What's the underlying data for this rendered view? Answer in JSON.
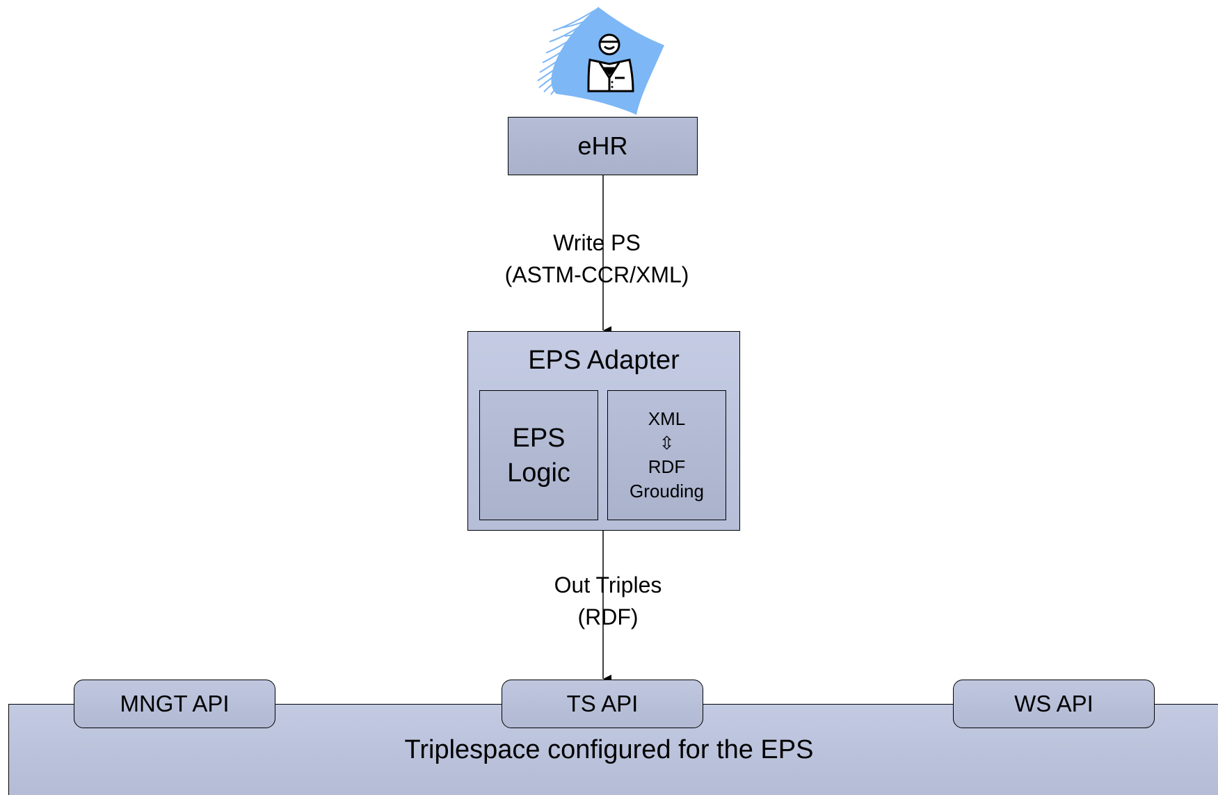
{
  "nodes": {
    "ehr": "eHR",
    "adapter": {
      "title": "EPS Adapter",
      "logic": [
        "EPS",
        "Logic"
      ],
      "grounding": [
        "XML",
        "⇳",
        "RDF",
        "Grouding"
      ]
    },
    "triplespace": "Triplespace configured for the EPS",
    "apis": [
      "MNGT API",
      "TS API",
      "WS API"
    ]
  },
  "edges": {
    "ehr_to_adapter": [
      "Write PS",
      "(ASTM-CCR/XML)"
    ],
    "adapter_to_ts": [
      "Out Triples",
      "(RDF)"
    ]
  },
  "icons": {
    "actor": "doctor-person-icon"
  },
  "colors": {
    "box_fill": "#aab2cc",
    "icon_blue": "#7db7f5"
  }
}
